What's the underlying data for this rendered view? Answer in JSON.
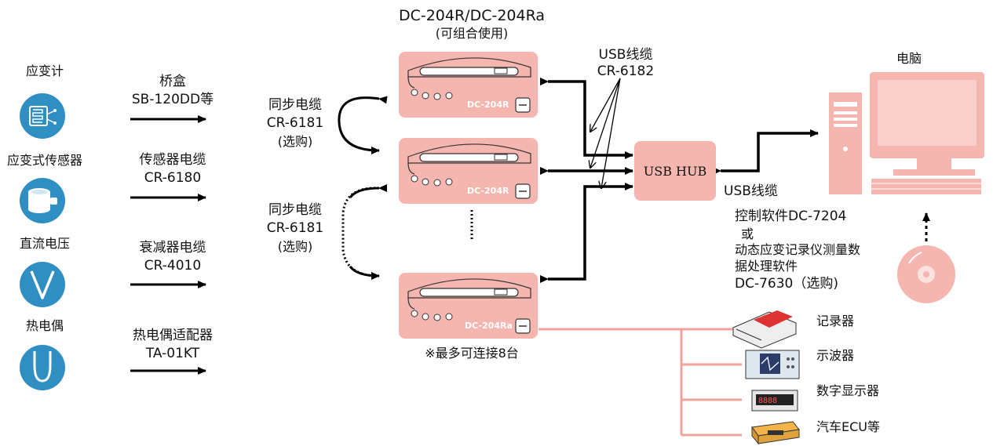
{
  "title": {
    "main": "DC-204R/DC-204Ra",
    "sub": "(可组合使用)"
  },
  "inputs": [
    {
      "label": "应变计",
      "icon": "strain-gauge-icon"
    },
    {
      "label": "应变式传感器",
      "icon": "strain-sensor-icon"
    },
    {
      "label": "直流电压",
      "icon": "dc-voltage-icon"
    },
    {
      "label": "热电偶",
      "icon": "thermocouple-icon"
    }
  ],
  "adapters": [
    {
      "name": "桥盒",
      "model": "SB-120DD等"
    },
    {
      "name": "传感器电缆",
      "model": "CR-6180"
    },
    {
      "name": "衰减器电缆",
      "model": "CR-4010"
    },
    {
      "name": "热电偶适配器",
      "model": "TA-01KT"
    }
  ],
  "sync_cables": [
    {
      "name": "同步电缆",
      "model": "CR-6181",
      "note": "(选购)"
    },
    {
      "name": "同步电缆",
      "model": "CR-6181",
      "note": "(选购)"
    }
  ],
  "devices": [
    {
      "model_label": "DC-204R"
    },
    {
      "model_label": "DC-204R"
    },
    {
      "model_label": "DC-204Ra"
    }
  ],
  "max_note": "※最多可连接8台",
  "usb_cable_top": {
    "name": "USB线缆",
    "model": "CR-6182"
  },
  "usb_hub": "USB HUB",
  "usb_cable_pc": "USB线缆",
  "pc_label": "电脑",
  "software": {
    "line1": "控制软件DC-7204",
    "line2": "或",
    "line3": "动态应变记录仪测量数",
    "line4": "据处理软件",
    "line5": "DC-7630（选购)"
  },
  "outputs": [
    {
      "label": "记录器",
      "icon": "recorder-icon"
    },
    {
      "label": "示波器",
      "icon": "oscilloscope-icon"
    },
    {
      "label": "数字显示器",
      "icon": "digital-display-icon"
    },
    {
      "label": "汽车ECU等",
      "icon": "car-ecu-icon"
    }
  ],
  "colors": {
    "device_fill": "#f5b6b0",
    "icon_blue": "#2f8fc2",
    "output_line": "#f0a29c",
    "pc_fill": "#f5b6b0"
  }
}
